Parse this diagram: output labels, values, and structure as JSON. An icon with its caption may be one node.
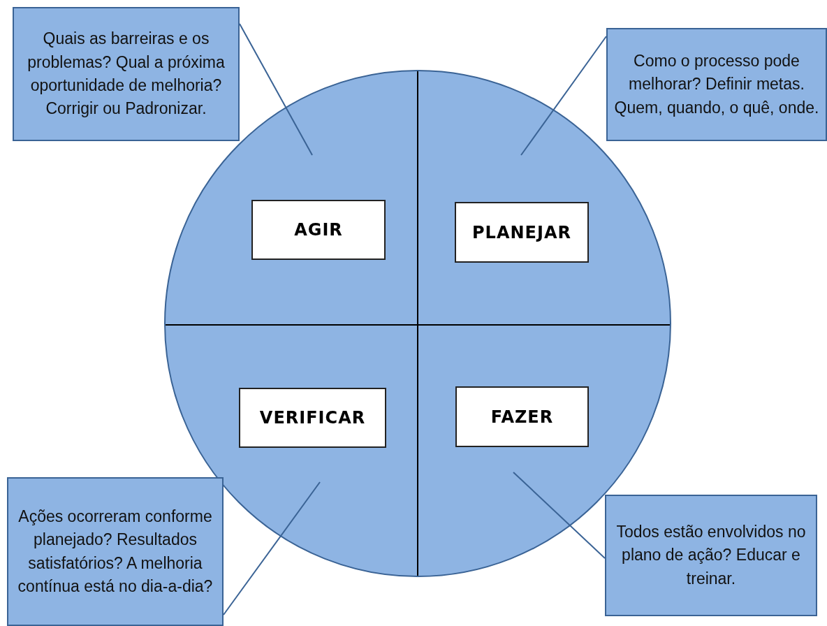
{
  "diagram": {
    "nodes": [
      {
        "text": [],
        "shape": "circle"
      },
      {
        "text": [],
        "shape": "sector",
        "in": 0
      },
      {
        "text": [
          "AGIR"
        ],
        "in": 1
      },
      {
        "text": [],
        "shape": "sector",
        "in": 0
      },
      {
        "text": [
          "PLANEJAR"
        ],
        "in": 3
      },
      {
        "text": [],
        "shape": "sector",
        "in": 0
      },
      {
        "text": [
          "VERIFICAR"
        ],
        "in": 5
      },
      {
        "text": [],
        "shape": "sector",
        "in": 0
      },
      {
        "text": [
          "FAZER"
        ],
        "in": 7
      },
      {
        "text": [
          "Quais as barreiras e os problemas? Qual a próxima oportunidade de melhoria? Corrigir ou Padronizar."
        ]
      },
      {
        "text": [
          "Como o processo pode melhorar? Definir metas. Quem, quando, o quê, onde."
        ]
      },
      {
        "text": [
          "Ações ocorreram conforme planejado? Resultados satisfatórios? A melhoria contínua está no dia-a-dia?"
        ]
      },
      {
        "text": [
          "Todos estão envolvidos no plano de ação? Educar e treinar."
        ]
      }
    ],
    "edges": [
      {
        "from": 9,
        "to": 1,
        "arrow": "none"
      },
      {
        "from": 10,
        "to": 3,
        "arrow": "none"
      },
      {
        "from": 11,
        "to": 5,
        "arrow": "none"
      },
      {
        "from": 12,
        "to": 7,
        "arrow": "none"
      }
    ]
  }
}
